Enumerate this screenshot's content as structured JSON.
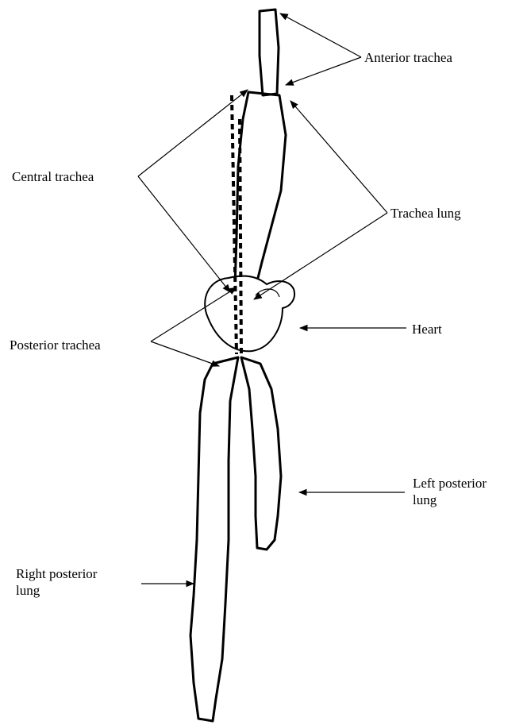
{
  "labels": {
    "anterior_trachea": "Anterior trachea",
    "central_trachea": "Central trachea",
    "trachea_lung": "Trachea lung",
    "heart": "Heart",
    "posterior_trachea": "Posterior trachea",
    "left_posterior_lung_line1": "Left posterior",
    "left_posterior_lung_line2": "lung",
    "right_posterior_lung_line1": "Right posterior",
    "right_posterior_lung_line2": "lung"
  },
  "colors": {
    "ink": "#000000",
    "background": "#ffffff"
  }
}
